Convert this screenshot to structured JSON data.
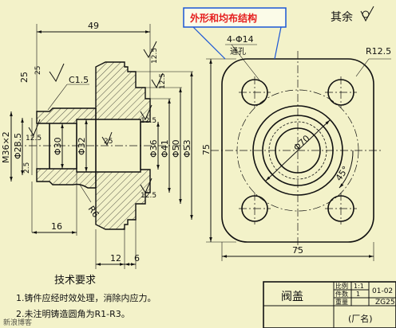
{
  "callout": {
    "text": "外形和均布结构",
    "border_color": "#1a56d6",
    "text_color": "#e51e1e"
  },
  "roughness": {
    "rest_label": "其余"
  },
  "front_view": {
    "dims": {
      "len_49": "49",
      "chamfer": "C1.5",
      "len_16": "16",
      "len_12": "12",
      "len_6": "6",
      "thread": "M36×2",
      "d28_5": "Φ28.5",
      "d30": "Φ30",
      "d32": "Φ32",
      "d36": "Φ36",
      "d41": "Φ41",
      "d50": "Φ50",
      "d53": "Φ53",
      "fillet_r6": "R6",
      "h25": "25",
      "h2_5": "2.5"
    },
    "roughness_values": [
      "25",
      "12.5",
      "12.5",
      "12.5",
      "25",
      "12.5",
      "12.5"
    ]
  },
  "side_view": {
    "holes": "4-Φ14",
    "holes_note": "通孔",
    "corner_radius": "R12.5",
    "center_circle": "Φ70",
    "angle": "45°",
    "width": "75",
    "height": "75"
  },
  "tech_req": {
    "title": "技术要求",
    "items": [
      "1.铸件应经时效处理，消除内应力。",
      "2.未注明铸造圆角为R1-R3。"
    ]
  },
  "title_block": {
    "part_name": "阀盖",
    "scale_label": "比例",
    "scale_value": "1:1",
    "qty_label": "件数",
    "qty_value": "1",
    "weight_label": "重量",
    "drawing_no": "01-02",
    "material": "ZG25",
    "factory": "(厂名)"
  },
  "watermark": "新浪博客"
}
